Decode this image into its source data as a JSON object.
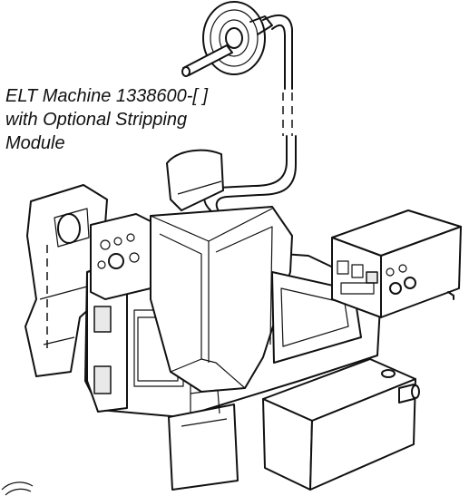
{
  "caption": {
    "line1": "ELT Machine 1338600-[ ]",
    "line2": "with Optional Stripping",
    "line3": "Module"
  },
  "icons": [
    "machine-illustration",
    "reel-icon",
    "control-box-icon"
  ]
}
